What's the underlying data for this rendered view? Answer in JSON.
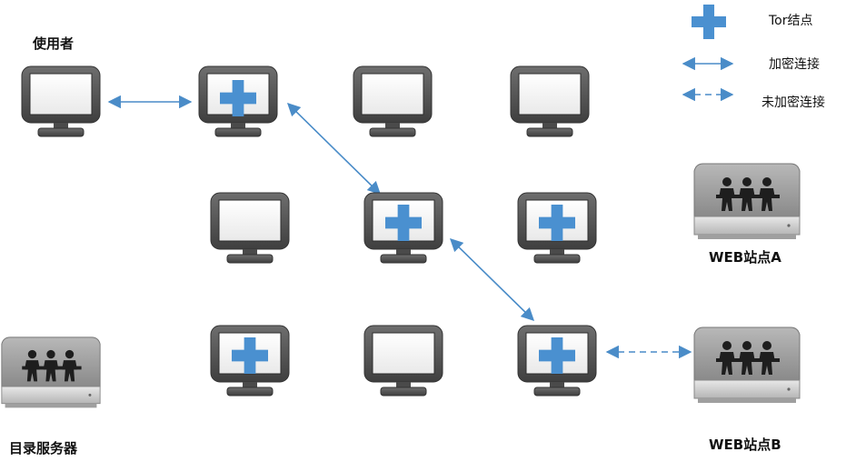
{
  "legend": {
    "tor_node": "Tor结点",
    "encrypted": "加密连接",
    "unencrypted": "未加密连接"
  },
  "labels": {
    "user": "使用者",
    "directory_server": "目录服务器",
    "web_a": "WEB站点A",
    "web_b": "WEB站点B"
  },
  "nodes": {
    "user": "user-computer",
    "computers": [
      "r1c1",
      "r1c2",
      "r1c3",
      "r2c1",
      "r2c2",
      "r2c3",
      "r3c1",
      "r3c2",
      "r3c3"
    ],
    "tor_nodes": [
      "r1c1",
      "r2c2",
      "r2c3",
      "r3c1",
      "r3c3"
    ],
    "servers": [
      "directory-server",
      "web-server-a",
      "web-server-b"
    ]
  },
  "edges": [
    {
      "from": "user-computer",
      "to": "r1c1",
      "type": "encrypted"
    },
    {
      "from": "r1c1",
      "to": "r2c2",
      "type": "encrypted"
    },
    {
      "from": "r2c2",
      "to": "r3c3",
      "type": "encrypted"
    },
    {
      "from": "r3c3",
      "to": "web-server-b",
      "type": "unencrypted"
    }
  ],
  "colors": {
    "tor_cross": "#4a90d0",
    "arrow": "#4a8cc8",
    "monitor_frame": "#5a5a5a",
    "server_body": "#9a9a9a"
  }
}
